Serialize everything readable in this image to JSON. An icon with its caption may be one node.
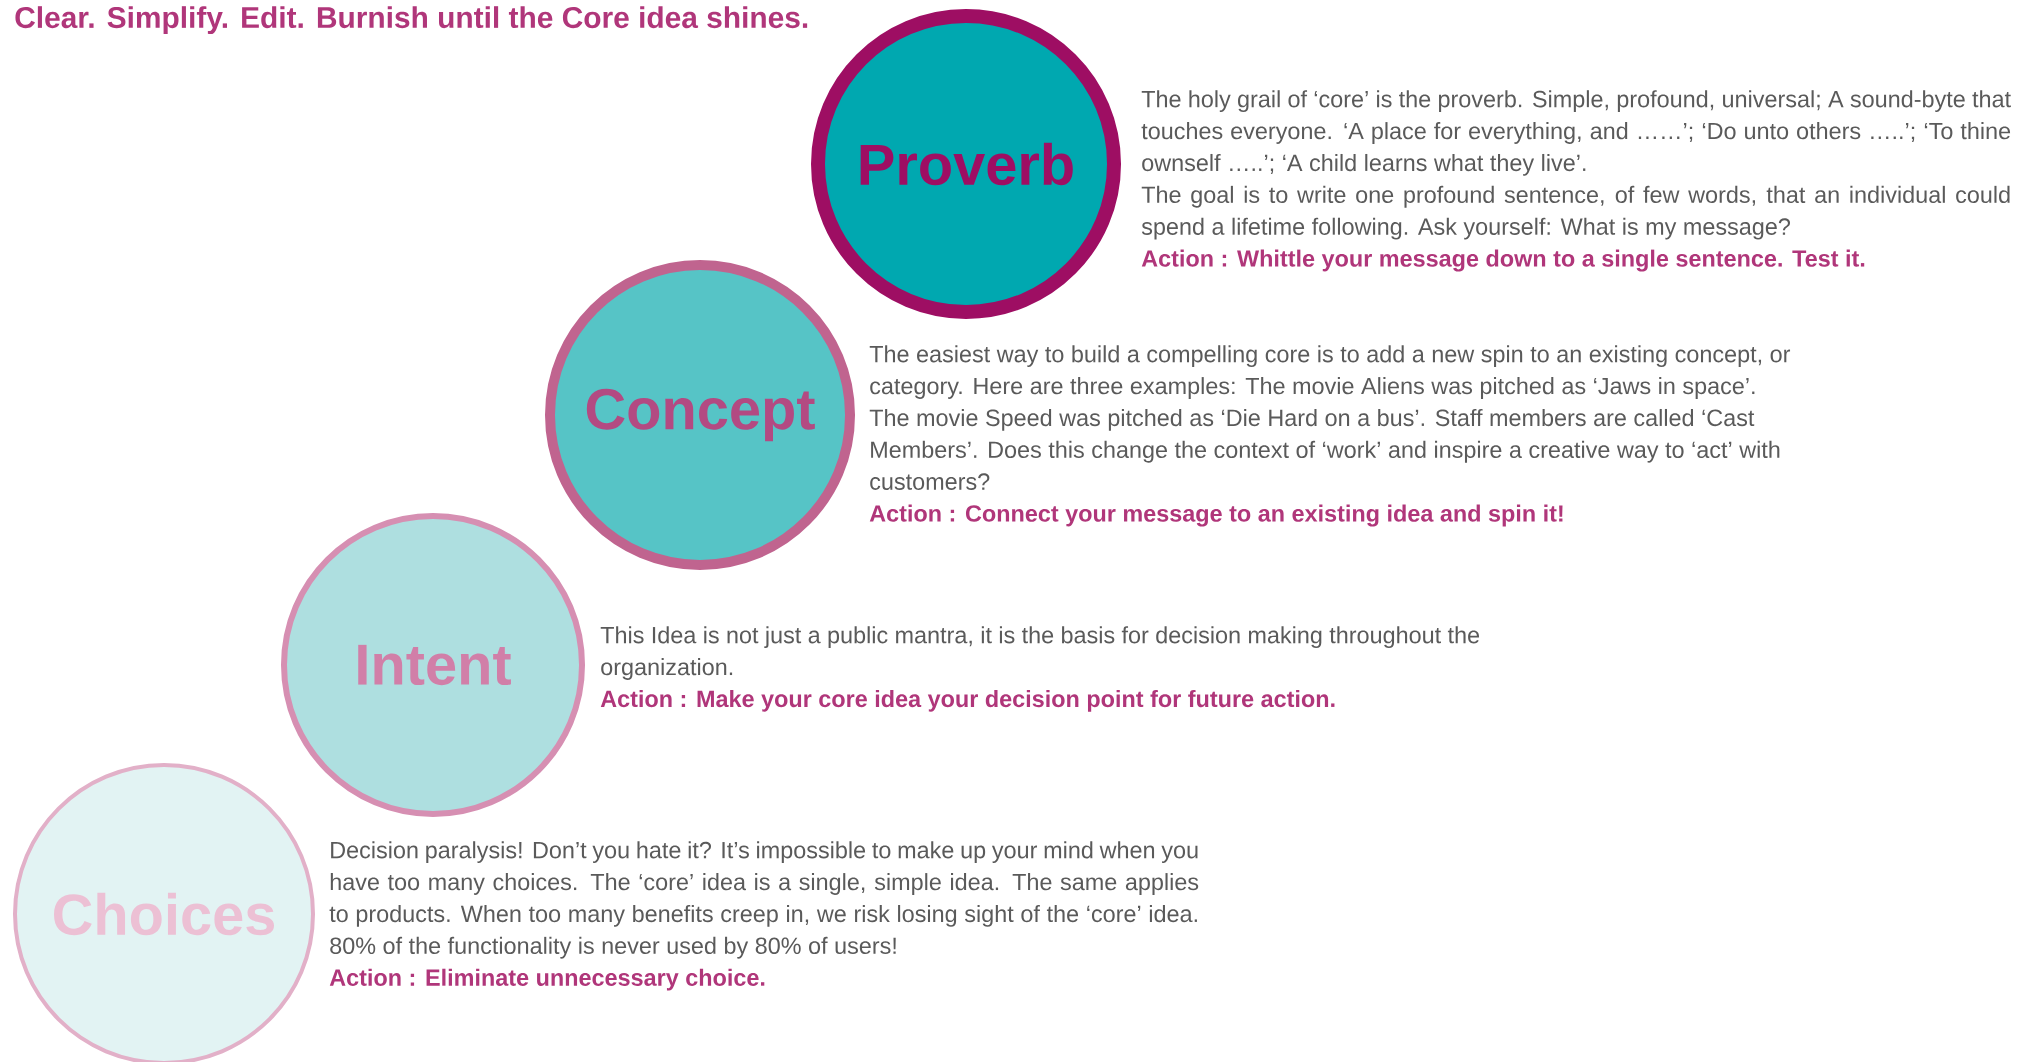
{
  "diagram": {
    "title": "Clear. Simplify. Edit. Burnish until the Core idea shines.",
    "nodes": [
      {
        "text": [
          "Proverb"
        ],
        "beside": [
          "The holy grail of ‘core’ is the proverb. Simple, profound, universal; A sound-byte that touches everyone. ‘A place for everything, and ……’; ‘Do unto others …..’; ‘To thine ownself …..’; ‘A child learns what they live’.",
          "The goal is to write one profound sentence, of few words, that an individual could spend a lifetime following. Ask yourself: What is my message?",
          "Action : Whittle your message down to a single sentence. Test it."
        ]
      },
      {
        "text": [
          "Concept"
        ],
        "beside": [
          "The easiest way to build a compelling core is to add a new spin to an existing concept, or category. Here are three examples: The movie Aliens was pitched as ‘Jaws in space’. The movie Speed was pitched as ‘Die Hard on a bus’. Staff members are called ‘Cast Members’. Does this change the context of ‘work’ and inspire a creative way to ‘act’ with customers?",
          "Action : Connect your message to an existing idea and spin it!"
        ]
      },
      {
        "text": [
          "Intent"
        ],
        "beside": [
          "This Idea is not just a public mantra, it is the basis for decision making throughout the organization.",
          "Action : Make your core idea your decision point for future action."
        ]
      },
      {
        "text": [
          "Choices"
        ],
        "beside": [
          "Decision paralysis! Don’t you hate it? It’s impossible to make up your mind when you have too many choices. The ‘core’ idea is a single, simple idea. The same applies to products. When too many benefits creep in, we risk losing sight of the ‘core’ idea. 80% of the functionality is never used by 80% of users!",
          "Action : Eliminate unnecessary choice."
        ]
      }
    ]
  }
}
